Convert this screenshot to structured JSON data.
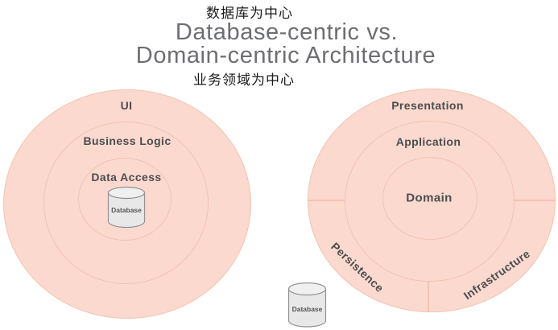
{
  "header": {
    "caption_top": "数据库为中心",
    "title_line1": "Database-centric vs.",
    "title_line2": "Domain-centric Architecture",
    "caption_bottom": "业务领域为中心"
  },
  "left_diagram": {
    "outer_label": "UI",
    "middle_label": "Business Logic",
    "inner_label": "Data Access",
    "database_label": "Database"
  },
  "right_diagram": {
    "outer_label": "Presentation",
    "middle_label": "Application",
    "inner_label": "Domain",
    "segment_left_label": "Persistence",
    "segment_right_label": "Infrastructure",
    "database_label": "Database"
  },
  "colors": {
    "ring_fill": "#fbd9cf",
    "ring_line": "#f4c3b1",
    "title_text": "#6d6e71",
    "caption_text": "#1b1b1b",
    "label_text": "#4d4d4f",
    "cylinder_fill": "#e8e8e8",
    "cylinder_top_fill": "#f0f0f0",
    "cylinder_stroke": "#919191"
  }
}
